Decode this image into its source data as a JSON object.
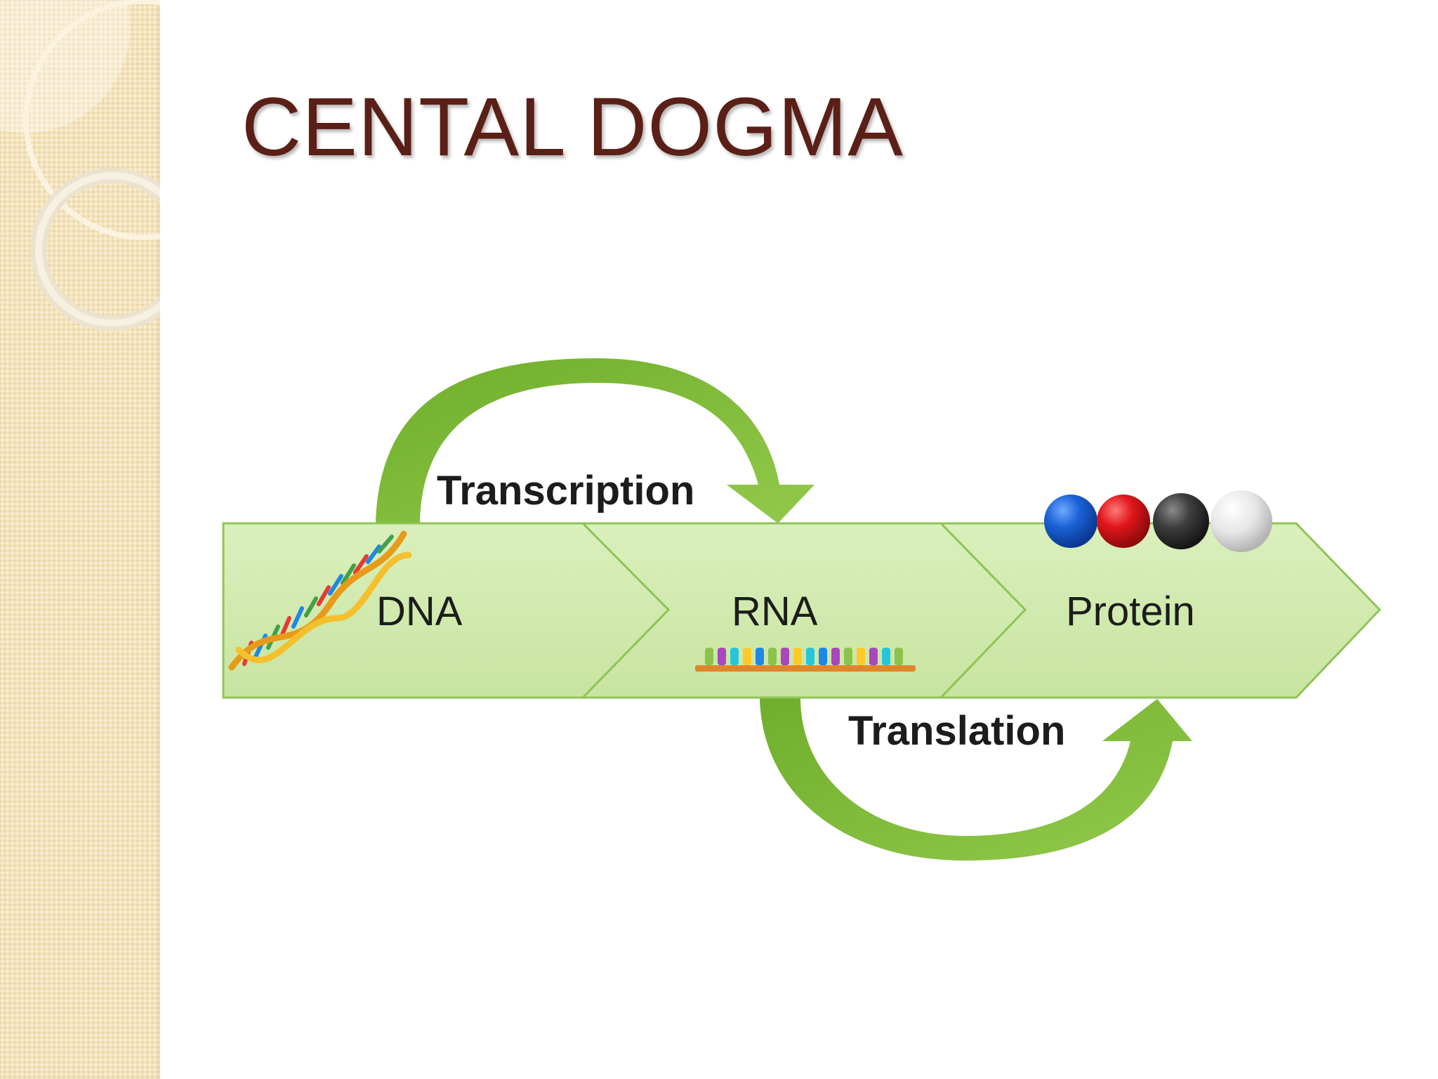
{
  "slide": {
    "title": "CENTAL DOGMA"
  },
  "diagram": {
    "stages": [
      {
        "label": "DNA",
        "icon": "dna-double-helix-icon"
      },
      {
        "label": "RNA",
        "icon": "rna-strand-icon"
      },
      {
        "label": "Protein",
        "icon": "amino-acid-chain-icon"
      }
    ],
    "processes": {
      "transcription": "Transcription",
      "translation": "Translation"
    }
  },
  "colors": {
    "title": "#5a1f16",
    "chevron_fill": "#d3ebb0",
    "chevron_stroke": "#8fc456",
    "arrow_green": "#7fb935",
    "side_panel": "#f4e3bc",
    "protein_balls": [
      "#1b62d8",
      "#e0161b",
      "#3e3e3e",
      "#e6e6e6"
    ]
  }
}
